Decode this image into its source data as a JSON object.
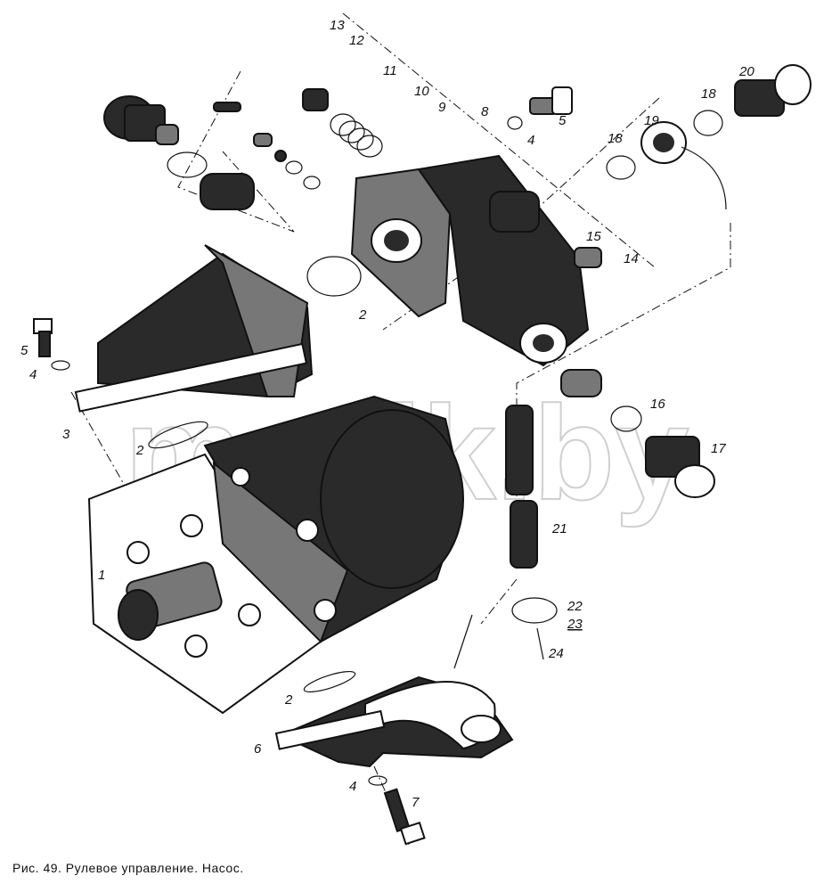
{
  "caption": "Рис. 49. Рулевое управление. Насос.",
  "watermark": "mazik.by",
  "callouts": [
    "13",
    "12",
    "11",
    "10",
    "9",
    "8",
    "5",
    "4",
    "20",
    "18",
    "19",
    "18",
    "15",
    "14",
    "2",
    "5",
    "4",
    "3",
    "2",
    "1",
    "16",
    "17",
    "21",
    "22",
    "23",
    "24",
    "2",
    "6",
    "4",
    "7"
  ],
  "colors": {
    "ink": "#111111",
    "paper": "#ffffff",
    "watermark": "#cfcfcf"
  }
}
